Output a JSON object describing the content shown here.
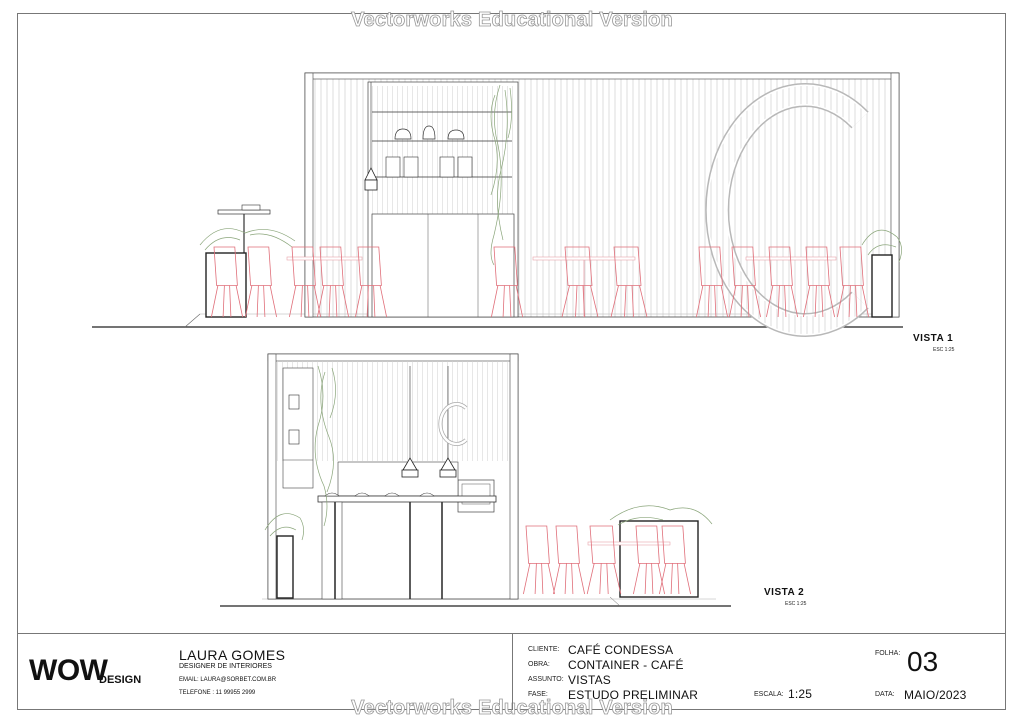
{
  "watermark": "Vectorworks Educational Version",
  "views": [
    {
      "label": "VISTA 1",
      "scale": "ESC 1:25"
    },
    {
      "label": "VISTA 2",
      "scale": "ESC 1:25"
    }
  ],
  "title_block": {
    "brand_main": "WOW",
    "brand_sub": "DESIGN",
    "designer_name": "LAURA GOMES",
    "designer_role": "DESIGNER DE INTERIORES",
    "email": "EMAIL: LAURA@SORBET.COM.BR",
    "phone": "TELEFONE : 11 99955 2999",
    "fields": [
      {
        "key": "CLIENTE:",
        "value": "CAFÉ CONDESSA"
      },
      {
        "key": "OBRA:",
        "value": "CONTAINER - CAFÉ"
      },
      {
        "key": "ASSUNTO:",
        "value": "VISTAS"
      },
      {
        "key": "FASE:",
        "value": "ESTUDO PRELIMINAR"
      }
    ],
    "escala_key": "ESCALA:",
    "escala_value": "1:25",
    "folha_key": "FOLHA:",
    "folha_value": "03",
    "data_key": "DATA:",
    "data_value": "MAIO/2023"
  },
  "colors": {
    "chair": "#e06f7a",
    "plant": "#8aa57a",
    "line": "#444444",
    "slat": "#bdbdbd"
  }
}
